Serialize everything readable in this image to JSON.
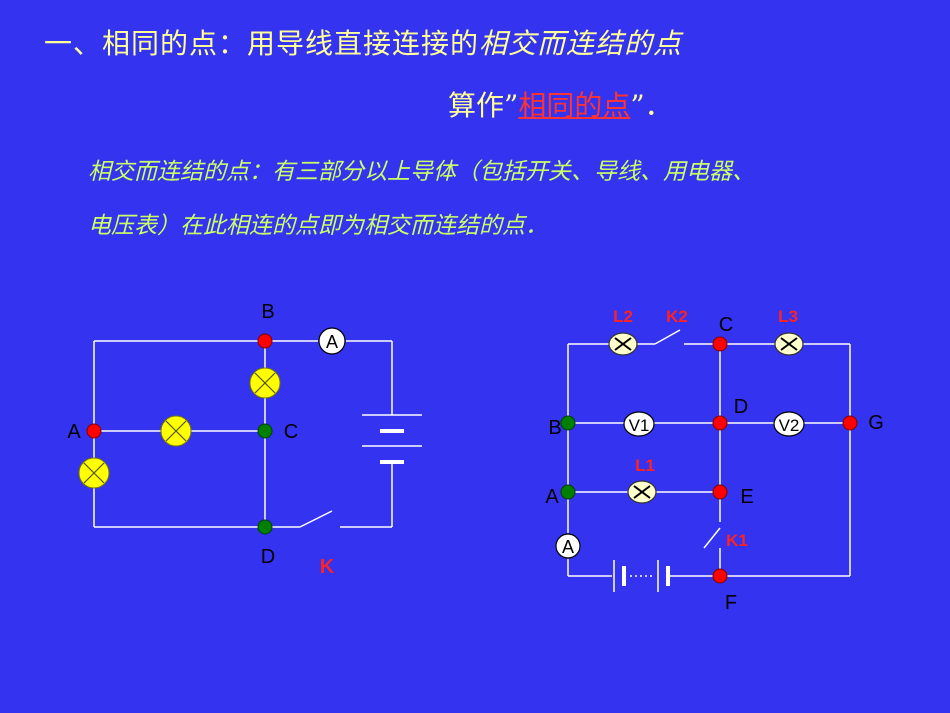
{
  "heading": {
    "prefix": "一、相同的点：用导线直接连接的",
    "emphasis": "相交而连结的点",
    "line2_prefix": "算作”",
    "line2_highlight": "相同的点",
    "line2_suffix": "”．"
  },
  "definition": {
    "line1": "相交而连结的点：有三部分以上导体（包括开关、导线、用电器、",
    "line2": "电压表）在此相连的点即为相交而连结的点．"
  },
  "colors": {
    "background": "#3333f0",
    "wire": "#ffffff",
    "node_red": "#ff0000",
    "node_green": "#008000",
    "lamp_yellow": "#ffff00",
    "label_red": "#ff2222"
  },
  "circuit_left": {
    "nodes": [
      "A",
      "B",
      "C",
      "D"
    ],
    "ammeter": "A",
    "switch_label": "K"
  },
  "circuit_right": {
    "nodes": [
      "A",
      "B",
      "C",
      "D",
      "E",
      "F",
      "G"
    ],
    "lamps": [
      "L1",
      "L2",
      "L3"
    ],
    "switches": [
      "K1",
      "K2"
    ],
    "voltmeters": [
      "V1",
      "V2"
    ],
    "ammeter": "A"
  }
}
